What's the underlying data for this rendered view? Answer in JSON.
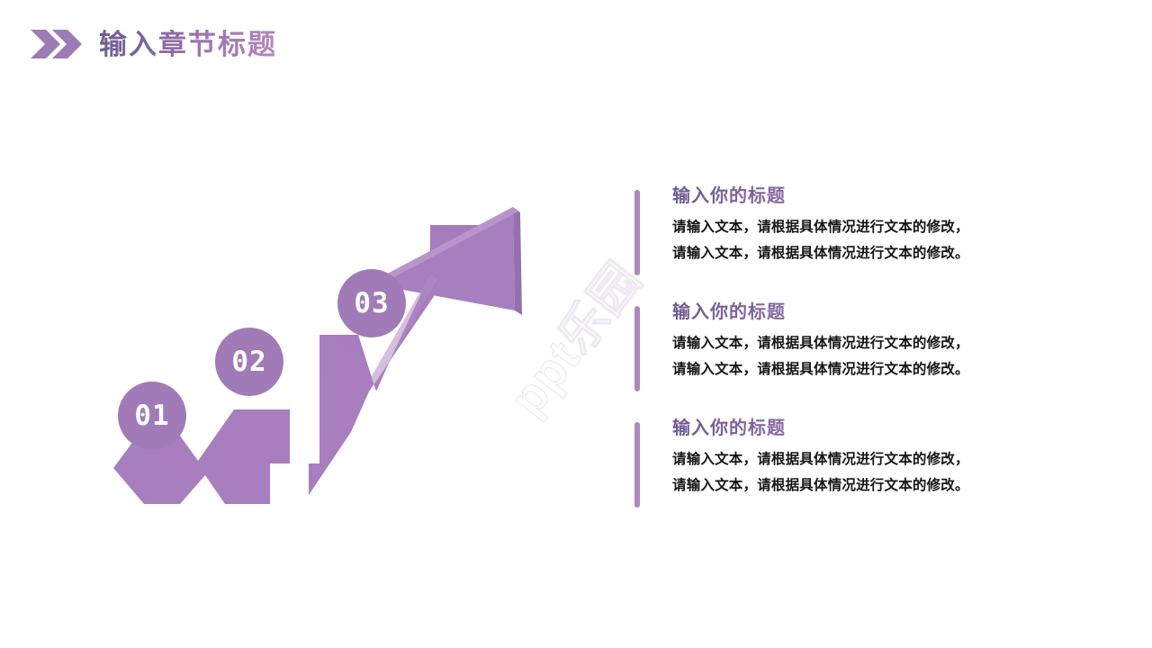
{
  "theme": {
    "accent": "#A67FBE",
    "accent_dark": "#6F5B94",
    "accent_light": "#C08AC4",
    "arrow_fill": "#A67FBE",
    "arrow_edge": "#9470AD",
    "badge_fill": "#A17BB7",
    "bar_color": "#AC88C0",
    "body_text": "#151515",
    "background": "#FFFFFF"
  },
  "header": {
    "title": "输入章节标题",
    "chevron_icon": "double-chevron-right-icon"
  },
  "watermark": {
    "text": "ppt乐园"
  },
  "graphic": {
    "name": "growth-arrow-chart",
    "arrow_icon": "upward-zigzag-arrow-icon",
    "steps": [
      {
        "label": "01"
      },
      {
        "label": "02"
      },
      {
        "label": "03"
      }
    ]
  },
  "content": {
    "blocks": [
      {
        "title": "输入你的标题",
        "line1": "请输入文本，请根据具体情况进行文本的修改，",
        "line2": "请输入文本，请根据具体情况进行文本的修改。"
      },
      {
        "title": "输入你的标题",
        "line1": "请输入文本，请根据具体情况进行文本的修改，",
        "line2": "请输入文本，请根据具体情况进行文本的修改。"
      },
      {
        "title": "输入你的标题",
        "line1": "请输入文本，请根据具体情况进行文本的修改，",
        "line2": "请输入文本，请根据具体情况进行文本的修改。"
      }
    ]
  }
}
